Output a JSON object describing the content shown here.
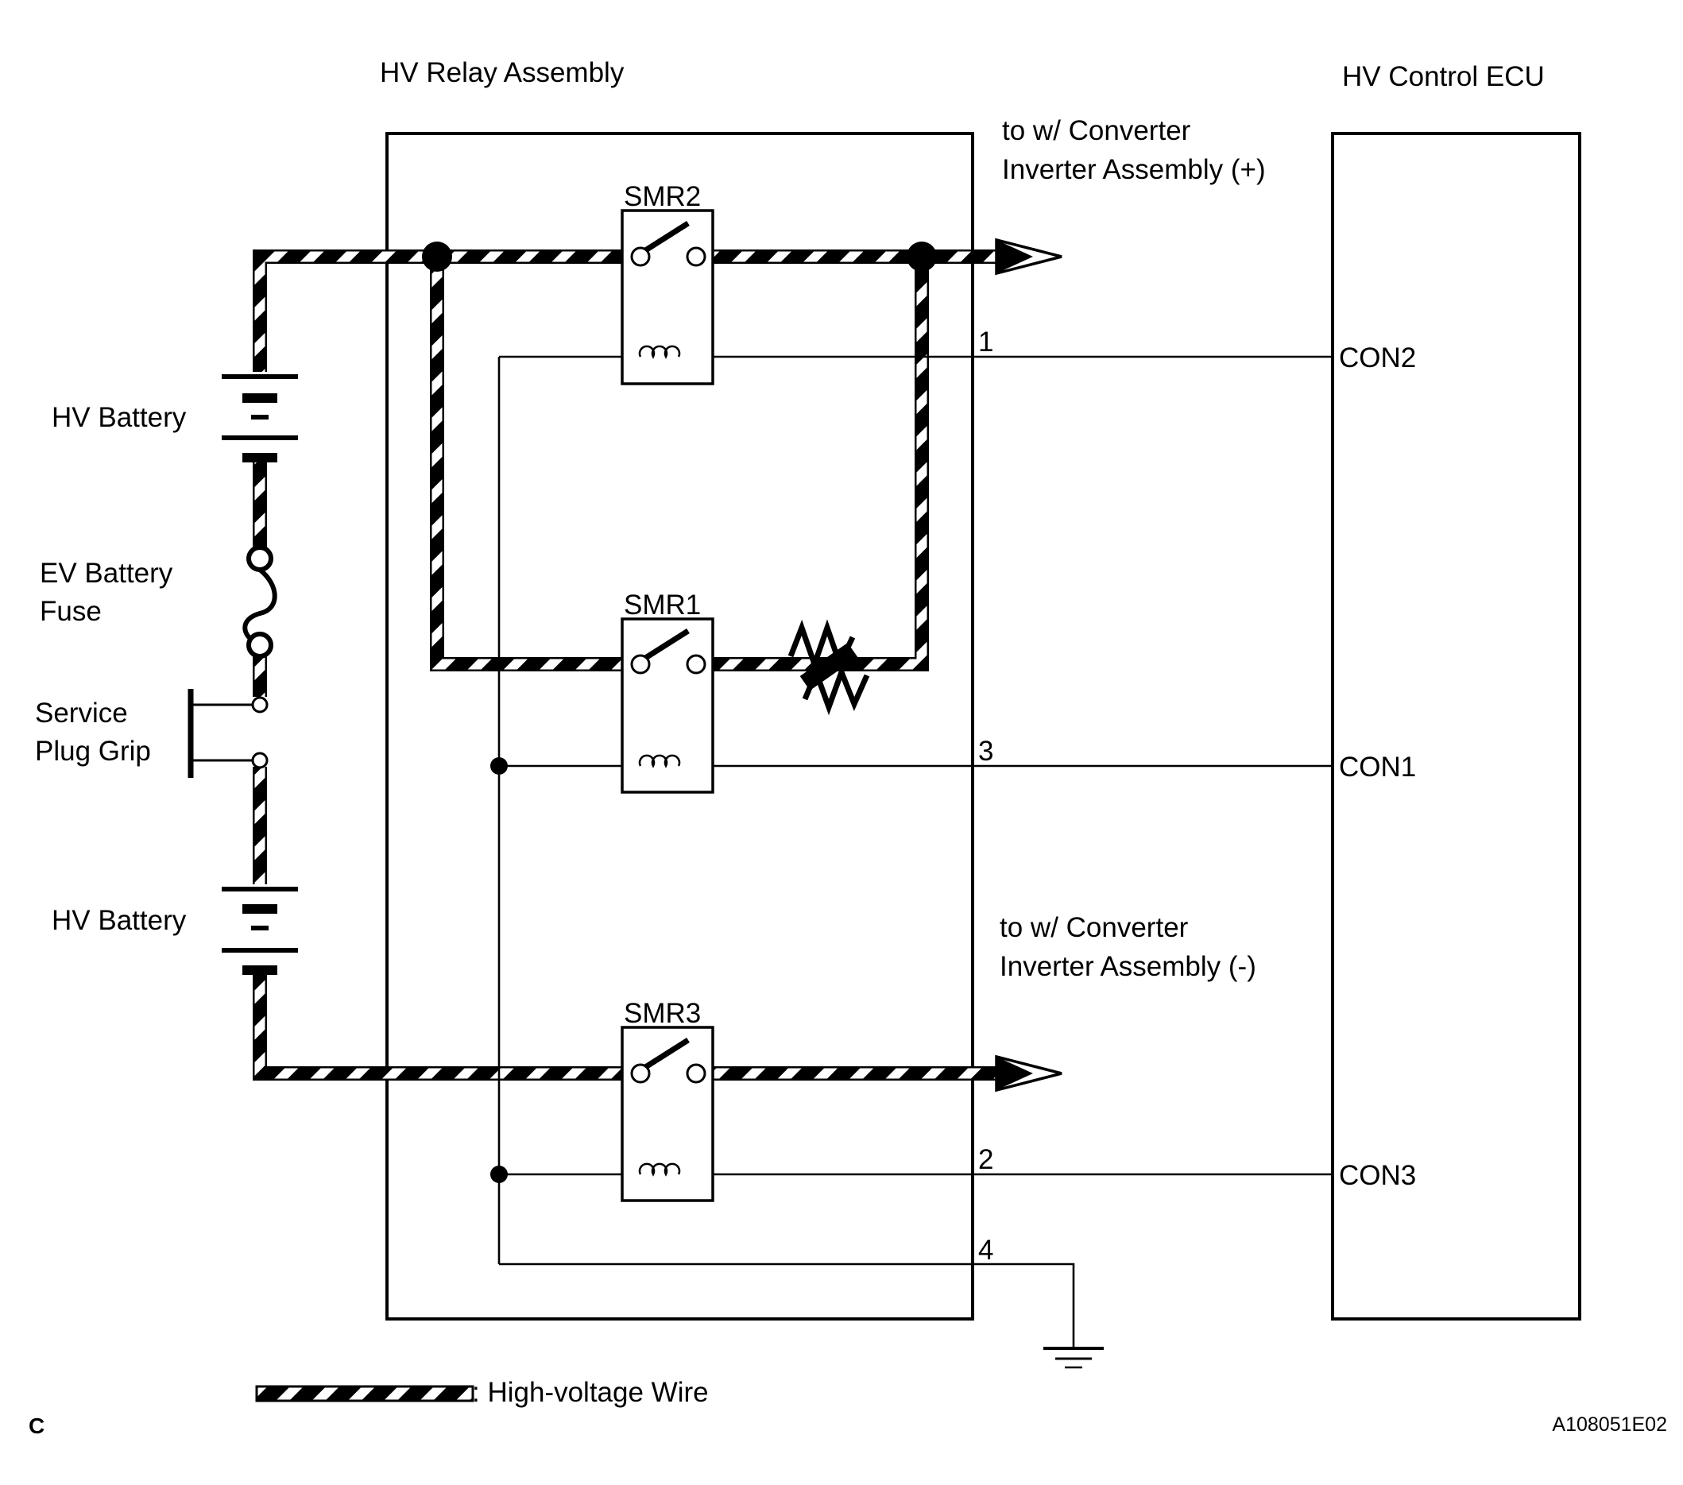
{
  "labels": {
    "relay_assembly": "HV Relay Assembly",
    "ecu": "HV Control ECU",
    "to_plus_1": "to w/ Converter",
    "to_plus_2": "Inverter Assembly (+)",
    "to_minus_1": "to w/ Converter",
    "to_minus_2": "Inverter Assembly (-)",
    "hv_battery_top": "HV Battery",
    "hv_battery_bottom": "HV Battery",
    "fuse_1": "EV Battery",
    "fuse_2": "Fuse",
    "plug_1": "Service",
    "plug_2": "Plug Grip",
    "smr2": "SMR2",
    "smr1": "SMR1",
    "smr3": "SMR3",
    "pin1": "1",
    "pin3": "3",
    "pin2": "2",
    "pin4": "4",
    "con2": "CON2",
    "con1": "CON1",
    "con3": "CON3",
    "legend": ": High-voltage Wire",
    "corner_left": "C",
    "corner_right": "A108051E02"
  },
  "wire_legend": {
    "type": "high-voltage wire",
    "pattern": "black/white diagonal stripes"
  }
}
